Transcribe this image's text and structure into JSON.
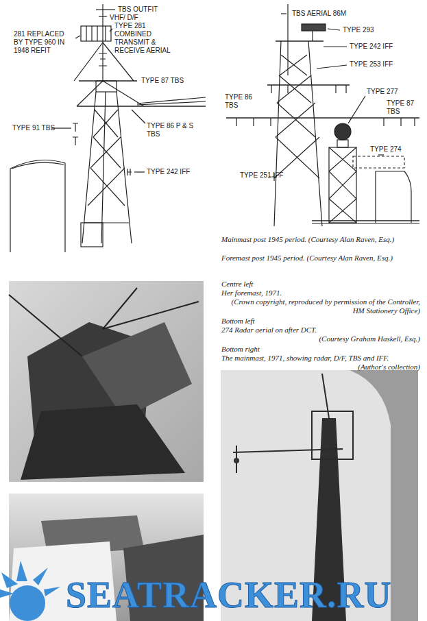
{
  "diagram": {
    "labels": [
      "TBS OUTFIT",
      "VHF/ D/F",
      "281 REPLACED BY TYPE 960 IN 1948 REFIT",
      "TYPE 281 COMBINED TRANSMIT & RECEIVE AERIAL",
      "TYPE 87 TBS",
      "TYPE 91 TBS",
      "TYPE 86 P & S TBS",
      "TYPE 242 IFF",
      "TBS AERIAL 86M",
      "TYPE 293",
      "TYPE 242 IFF",
      "TYPE 253 IFF",
      "TYPE 86 TBS",
      "TYPE 277",
      "TYPE 87 TBS",
      "TYPE 274",
      "TYPE 251 IFF",
      "Mainmast post 1945 period. (Courtesy Alan Raven, Esq.)",
      "Foremast post 1945 period. (Courtesy Alan Raven, Esq.)",
      "Centre left",
      "Her foremast, 1971.",
      "(Crown copyright, reproduced by permission of the Controller, HM Stationery Office)",
      "Bottom left",
      "274 Radar aerial on after DCT.",
      "(Courtesy Graham Haskell, Esq.)",
      "Bottom right",
      "The mainmast, 1971, showing radar, D/F, TBS and IFF.",
      "(Author's collection)",
      "SEATRACKER.RU"
    ]
  }
}
